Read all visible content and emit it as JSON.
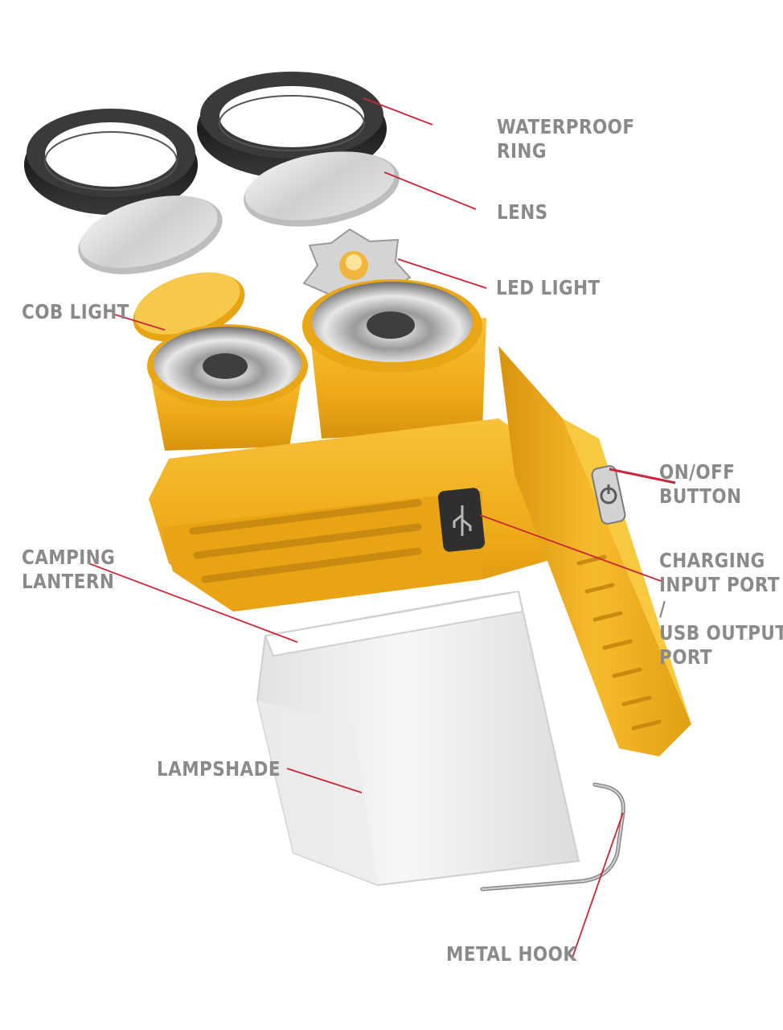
{
  "colors": {
    "leader_line": "#c8283a",
    "label_text": "#8a8a8a",
    "body_yellow": "#f2b01e",
    "body_shadow": "#c98a10",
    "ring_black": "#2a2a2a",
    "lens_gray": "#d8d8d8",
    "shade_white": "#f1f1f1"
  },
  "labels": {
    "waterproof_ring": [
      "WATERPROOF",
      "RING"
    ],
    "lens": [
      "LENS"
    ],
    "led_light": [
      "LED LIGHT"
    ],
    "cob_light": [
      "COB LIGHT"
    ],
    "on_off_button": [
      "ON/OFF",
      "BUTTON"
    ],
    "camping_lantern": [
      "CAMPING",
      "LANTERN"
    ],
    "charging_port": [
      "CHARGING",
      "INPUT PORT",
      "/",
      "USB OUTPUT",
      "PORT"
    ],
    "lampshade": [
      "LAMPSHADE"
    ],
    "metal_hook": [
      "METAL HOOK"
    ]
  },
  "icons": {
    "usb_port": "usb-icon",
    "power_button": "power-icon"
  }
}
